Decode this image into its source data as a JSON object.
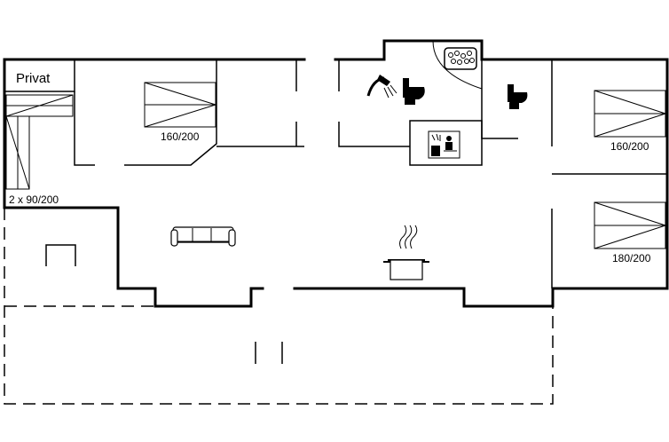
{
  "labels": {
    "privat": "Privat",
    "bed_left_bunk": "2 x 90/200",
    "bed_left_double": "160/200",
    "bed_right_top": "160/200",
    "bed_right_bottom": "180/200"
  },
  "icons": {
    "shower": "shower-icon",
    "toilet_main": "toilet-icon",
    "toilet_second": "toilet-icon",
    "whirlpool": "whirlpool-icon",
    "sauna": "sauna-icon",
    "sofa": "sofa-icon",
    "cooking_pot": "cooking-pot-icon"
  }
}
